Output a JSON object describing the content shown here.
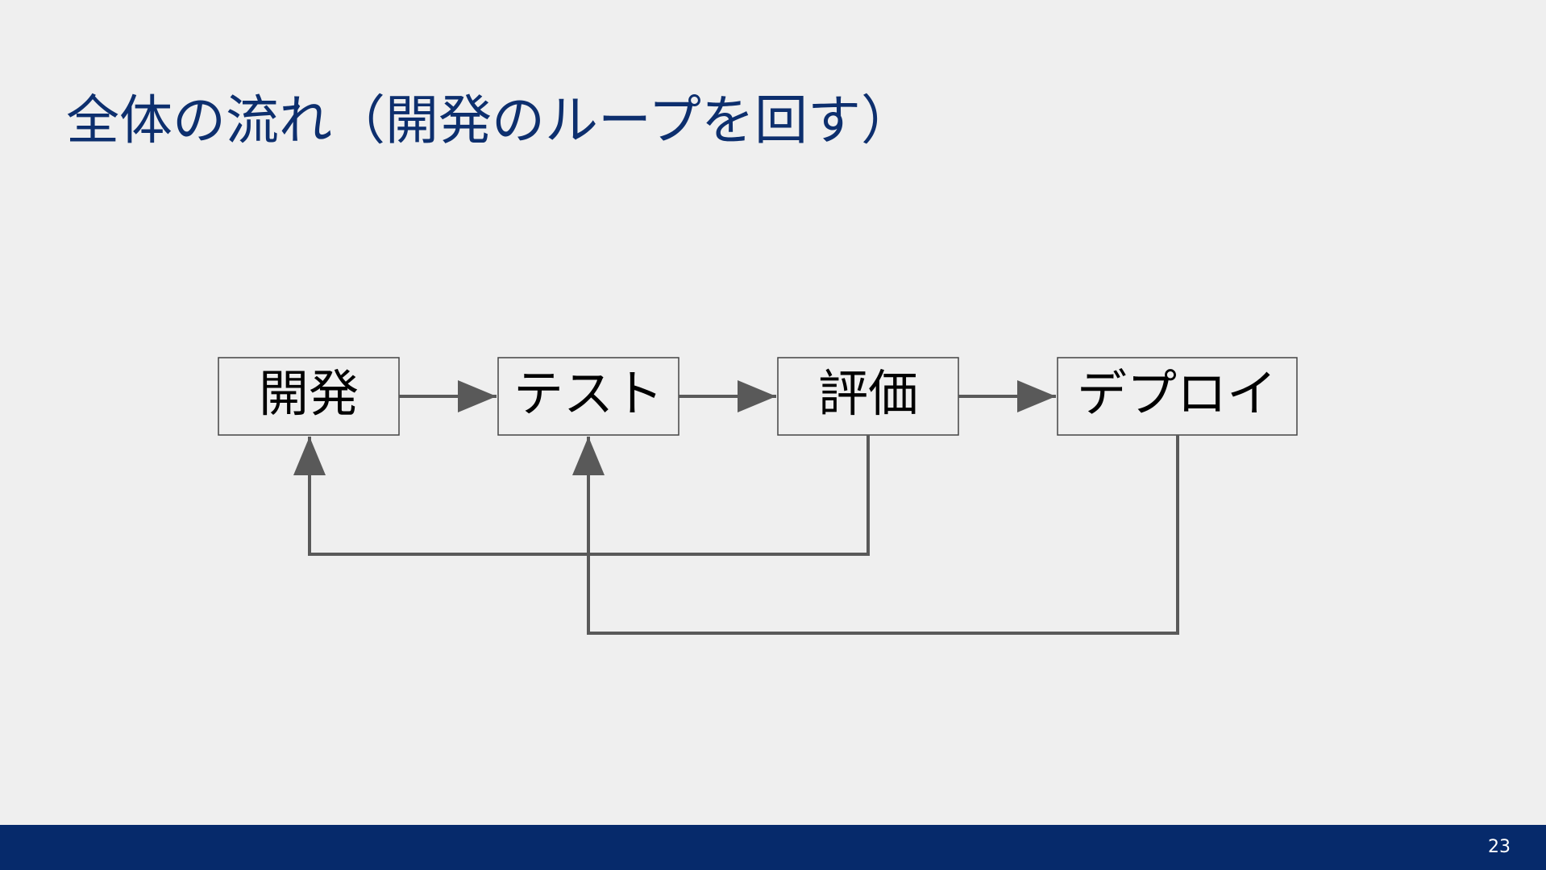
{
  "slide": {
    "title": "全体の流れ（開発のループを回す）",
    "page_number": "23"
  },
  "diagram": {
    "nodes": [
      {
        "id": "dev",
        "label": "開発"
      },
      {
        "id": "test",
        "label": "テスト"
      },
      {
        "id": "eval",
        "label": "評価"
      },
      {
        "id": "deploy",
        "label": "デプロイ"
      }
    ],
    "edges": [
      {
        "from": "dev",
        "to": "test"
      },
      {
        "from": "test",
        "to": "eval"
      },
      {
        "from": "eval",
        "to": "deploy"
      },
      {
        "from": "eval",
        "to": "dev"
      },
      {
        "from": "deploy",
        "to": "test"
      }
    ]
  },
  "colors": {
    "title": "#0d2f6e",
    "footer": "#062a6b",
    "background": "#efefef",
    "node_border": "#444444",
    "arrow": "#595959"
  }
}
